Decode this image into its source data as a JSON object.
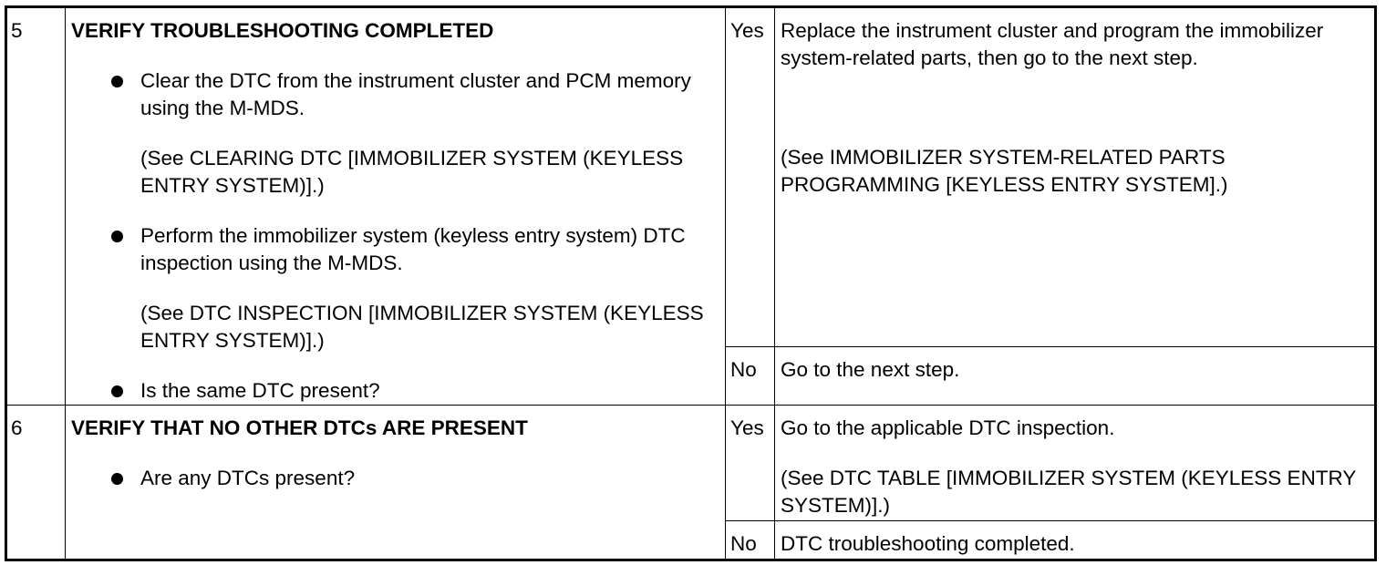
{
  "steps": [
    {
      "number": "5",
      "title": "VERIFY TROUBLESHOOTING COMPLETED",
      "bullets": [
        {
          "text": "Clear the DTC from the instrument cluster and PCM memory using the M-MDS.",
          "reference": "(See CLEARING DTC [IMMOBILIZER SYSTEM (KEYLESS ENTRY SYSTEM)].)"
        },
        {
          "text": "Perform the immobilizer system (keyless entry system) DTC inspection using the M-MDS.",
          "reference": "(See DTC INSPECTION [IMMOBILIZER SYSTEM (KEYLESS ENTRY SYSTEM)].)"
        },
        {
          "text": "Is the same DTC present?",
          "reference": ""
        }
      ],
      "yes_label": "Yes",
      "yes_action": "Replace the instrument cluster and program the immobilizer system-related parts, then go to the next step.",
      "yes_reference": "(See IMMOBILIZER SYSTEM-RELATED PARTS PROGRAMMING [KEYLESS ENTRY SYSTEM].)",
      "no_label": "No",
      "no_action": "Go to the next step."
    },
    {
      "number": "6",
      "title": "VERIFY THAT NO OTHER DTCs ARE PRESENT",
      "bullets": [
        {
          "text": "Are any DTCs present?",
          "reference": ""
        }
      ],
      "yes_label": "Yes",
      "yes_action": "Go to the applicable DTC inspection.",
      "yes_reference": "(See DTC TABLE [IMMOBILIZER SYSTEM (KEYLESS ENTRY SYSTEM)].)",
      "no_label": "No",
      "no_action": "DTC troubleshooting completed."
    }
  ]
}
